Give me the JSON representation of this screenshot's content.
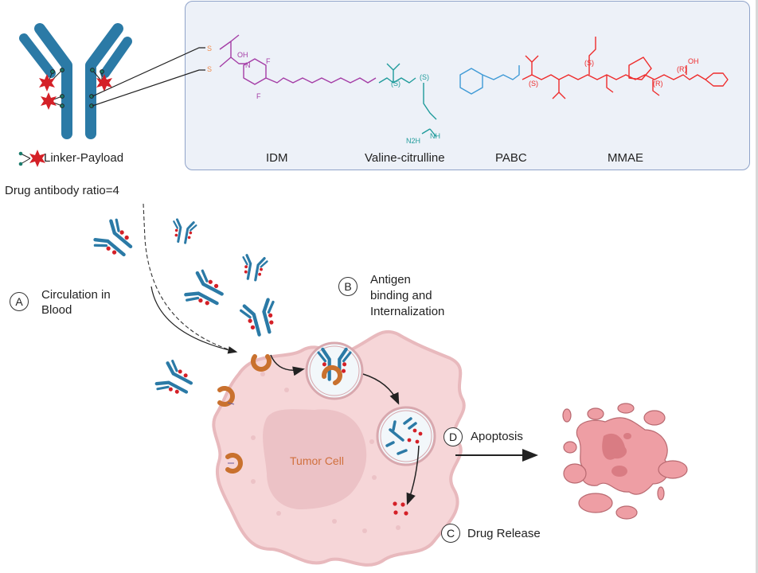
{
  "legend": {
    "linker_payload_label": "Linker-Payload",
    "dar_label": "Drug antibody ratio=4"
  },
  "structure_panel": {
    "segments": [
      {
        "name": "IDM",
        "color": "#a43da6"
      },
      {
        "name": "Valine-citrulline",
        "color": "#1f9b9b"
      },
      {
        "name": "PABC",
        "color": "#3f9ad6"
      },
      {
        "name": "MMAE",
        "color": "#ee2c2c"
      }
    ],
    "atoms": {
      "thiol": "S",
      "hydroxyl": "OH",
      "amine": "N",
      "nh": "H",
      "oxygen": "O",
      "fluorine": "F",
      "urea_nh2": "N2H",
      "urea_nh": "NH",
      "stereo_s": "(S)",
      "stereo_r": "(R)"
    }
  },
  "steps": [
    {
      "letter": "A",
      "text_lines": [
        "Circulation in",
        "Blood"
      ]
    },
    {
      "letter": "B",
      "text_lines": [
        "Antigen",
        "binding and",
        "Internalization"
      ]
    },
    {
      "letter": "C",
      "text_lines": [
        "Drug Release"
      ]
    },
    {
      "letter": "D",
      "text_lines": [
        "Apoptosis"
      ]
    }
  ],
  "cell_label": "Tumor Cell",
  "colors": {
    "antibody": "#2b7aa6",
    "payload": "#d42027",
    "receptor": "#c9712e",
    "cell_fill": "#f6d6d8",
    "cell_border": "#e8b9bd",
    "nucleus": "#ecc2c6",
    "apoptotic": "#ee9ea4",
    "apoptotic_border": "#b86970",
    "cell_text": "#d0703d"
  }
}
